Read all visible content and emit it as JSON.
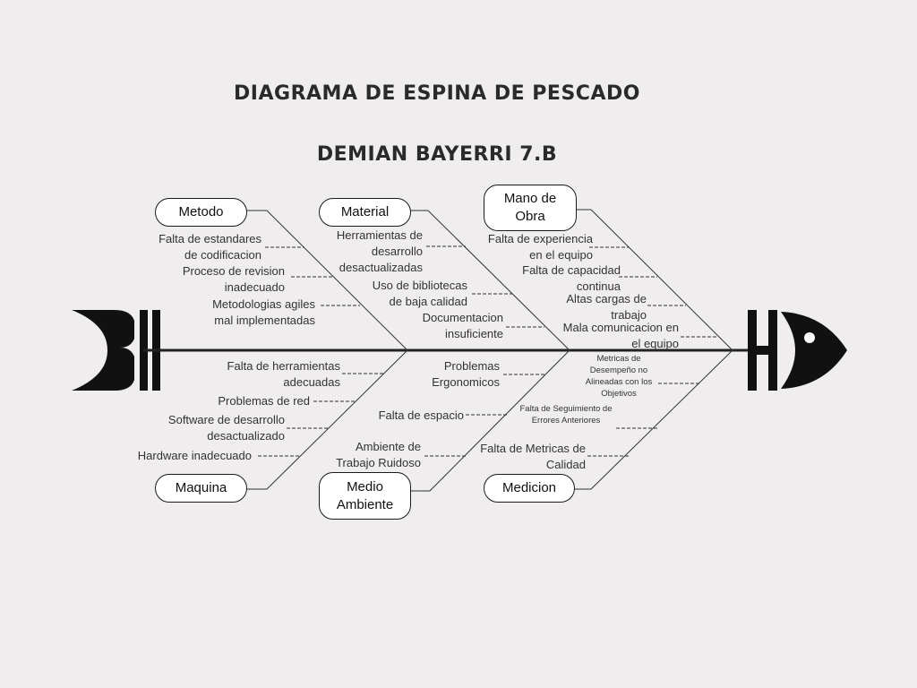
{
  "title": "DIAGRAMA DE ESPINA DE PESCADO",
  "subtitle": "DEMIAN BAYERRI 7.B",
  "categories": {
    "metodo": "Metodo",
    "material": "Material",
    "mano_obra": "Mano de Obra",
    "maquina": "Maquina",
    "medio_ambiente": "Medio Ambiente",
    "medicion": "Medicion"
  },
  "causes": {
    "metodo": [
      "Falta de estandares de codificacion",
      "Proceso de revision inadecuado",
      "Metodologias agiles mal implementadas"
    ],
    "material": [
      "Herramientas de desarrollo desactualizadas",
      "Uso de bibliotecas de baja calidad",
      "Documentacion insuficiente"
    ],
    "mano_obra": [
      "Falta de experiencia en el equipo",
      "Falta de capacidad continua",
      "Altas cargas de trabajo",
      "Mala comunicacion en el equipo"
    ],
    "maquina": [
      "Falta de herramientas adecuadas",
      "Problemas de red",
      "Software de desarrollo desactualizado",
      "Hardware inadecuado"
    ],
    "medio_ambiente": [
      "Problemas Ergonomicos",
      "Falta de espacio",
      "Ambiente de Trabajo Ruidoso"
    ],
    "medicion": [
      "Metricas de Desempeño no Alineadas con los Objetivos",
      "Falta de Seguimiento de Errores Anteriores",
      "Falta de Metricas de Calidad"
    ]
  },
  "colors": {
    "background": "#efedee",
    "ink": "#1a1a1a",
    "text": "#333333"
  }
}
